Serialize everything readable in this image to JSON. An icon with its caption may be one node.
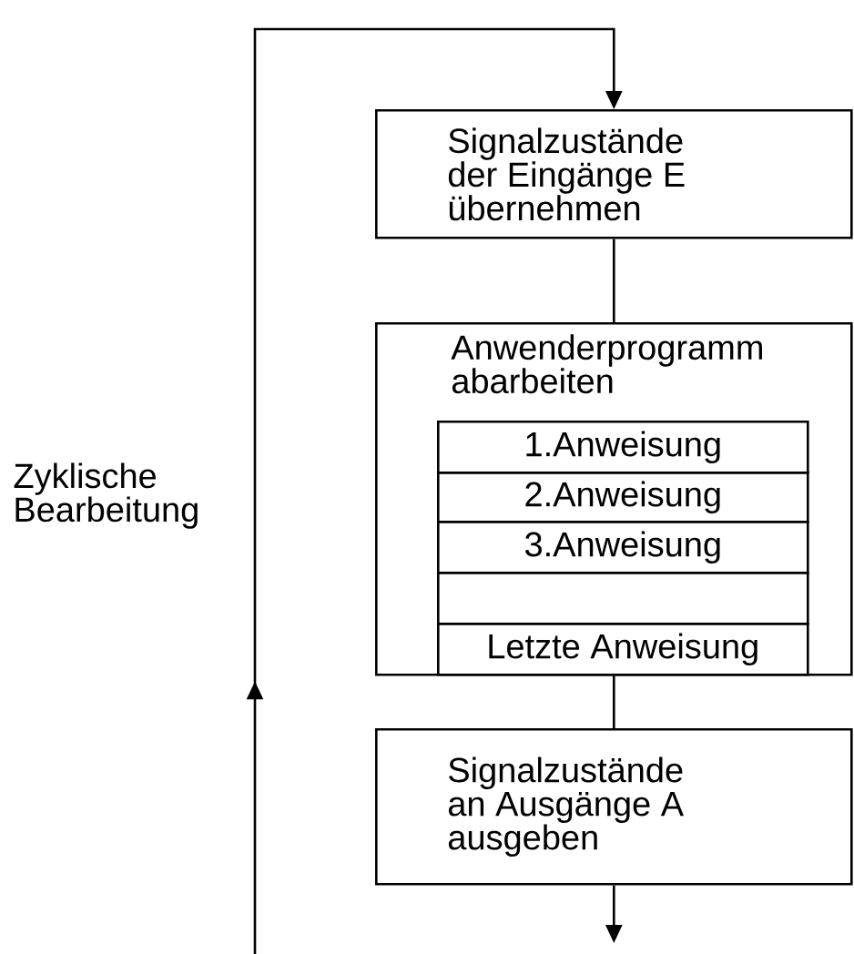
{
  "diagram": {
    "nodes": [
      {
        "text": [
          "Signalzustände der Eingänge E übernehmen"
        ]
      },
      {
        "text": [
          "Anwenderprogramm abarbeiten"
        ]
      },
      {
        "text": [
          "1.Anweisung"
        ],
        "in": 1
      },
      {
        "text": [
          "2.Anweisung"
        ],
        "in": 1
      },
      {
        "text": [
          "3.Anweisung"
        ],
        "in": 1
      },
      {
        "text": [],
        "shape": "box",
        "in": 1
      },
      {
        "text": [
          "Letzte Anweisung"
        ],
        "in": 1
      },
      {
        "text": [
          "Signalzustände an Ausgänge A ausgeben"
        ]
      }
    ],
    "edges": [
      {
        "from": null,
        "to": 0,
        "arrow": "to"
      },
      {
        "from": 0,
        "to": 1,
        "arrow": "none"
      },
      {
        "from": 1,
        "to": 7,
        "arrow": "none"
      },
      {
        "from": 7,
        "to": null,
        "arrow": "to"
      }
    ],
    "labels": [
      "Zyklische Bearbeitung"
    ]
  }
}
